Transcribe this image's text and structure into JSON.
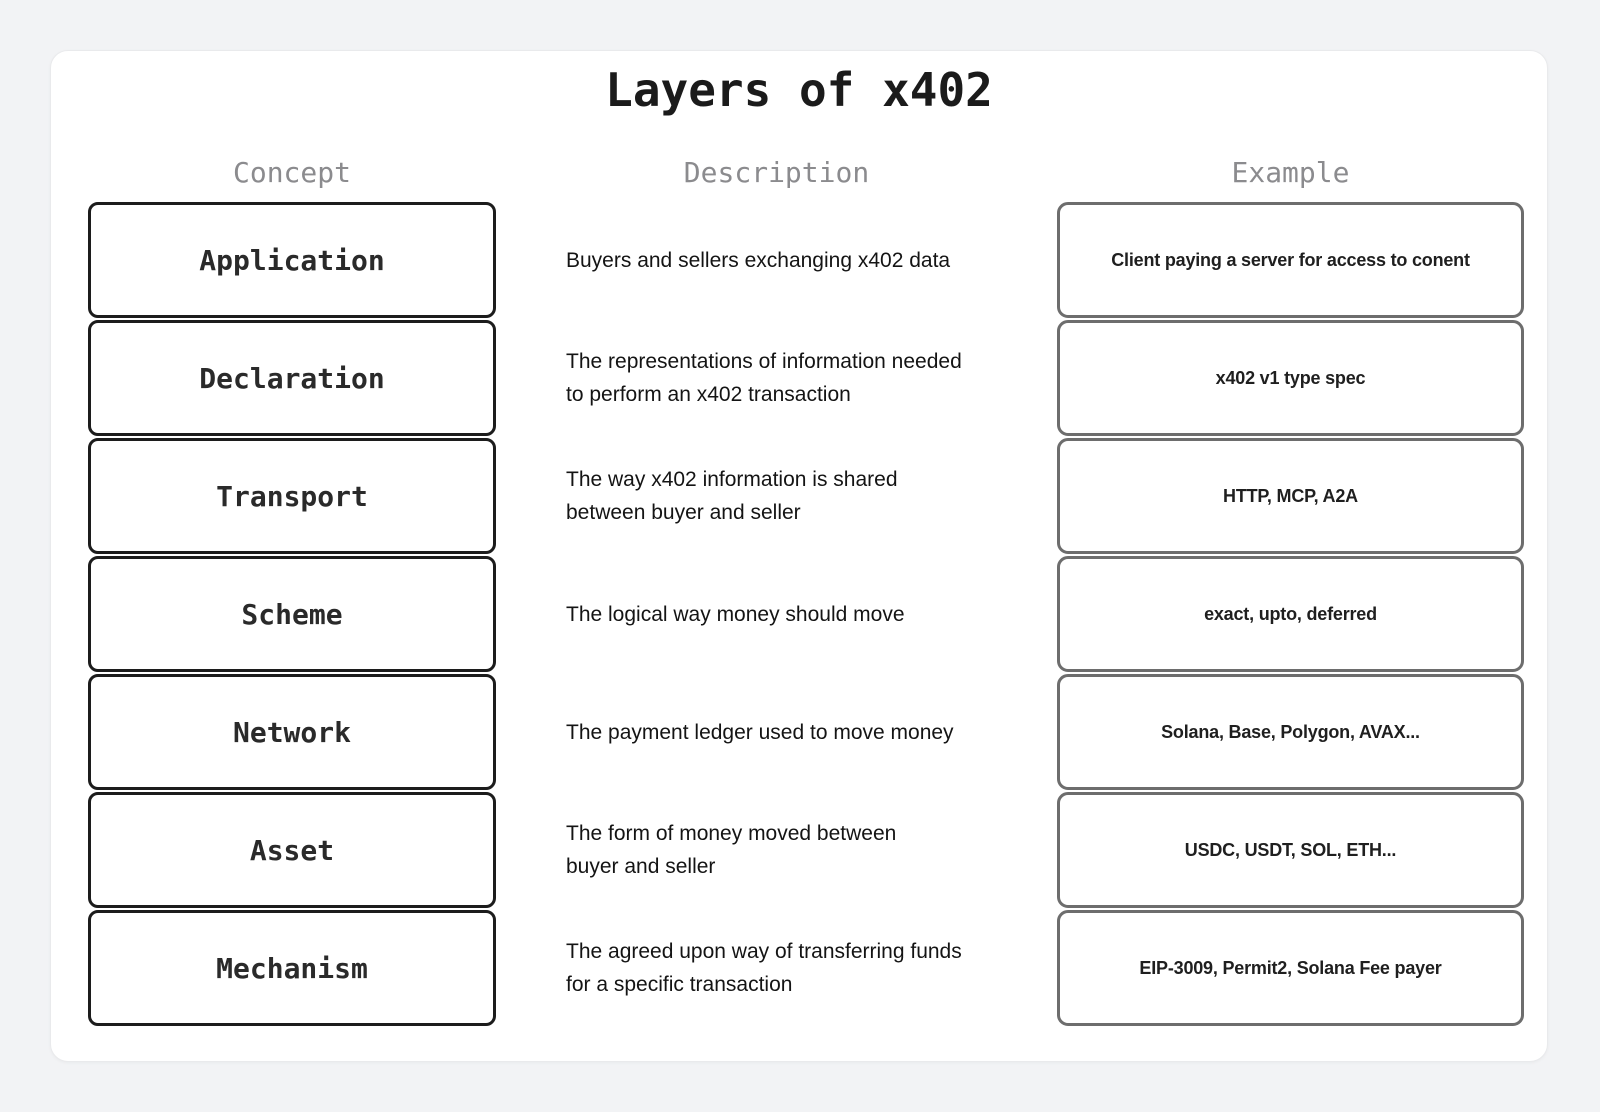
{
  "title": "Layers of x402",
  "columns": {
    "concept": "Concept",
    "description": "Description",
    "example": "Example"
  },
  "colors": {
    "page_background": "#f2f3f5",
    "card_background": "#ffffff",
    "concept_box_border": "#1c1c1c",
    "example_box_border": "#6d6d6d",
    "header_text": "#8b8b8e",
    "body_text": "#141414"
  },
  "rows": [
    {
      "concept": "Application",
      "description": "Buyers and sellers exchanging x402 data",
      "example": "Client paying a server for access to conent"
    },
    {
      "concept": "Declaration",
      "description": "The representations of information needed\nto perform an x402 transaction",
      "example": "x402 v1 type spec"
    },
    {
      "concept": "Transport",
      "description": "The way x402 information is shared\nbetween buyer and seller",
      "example": "HTTP, MCP, A2A"
    },
    {
      "concept": "Scheme",
      "description": "The logical way money should move",
      "example": "exact, upto, deferred"
    },
    {
      "concept": "Network",
      "description": "The payment ledger used to move money",
      "example": "Solana, Base, Polygon, AVAX..."
    },
    {
      "concept": "Asset",
      "description": "The form of money moved between\nbuyer and seller",
      "example": "USDC, USDT, SOL, ETH..."
    },
    {
      "concept": "Mechanism",
      "description": "The agreed upon way of transferring funds\nfor a specific transaction",
      "example": "EIP-3009, Permit2, Solana Fee payer"
    }
  ]
}
